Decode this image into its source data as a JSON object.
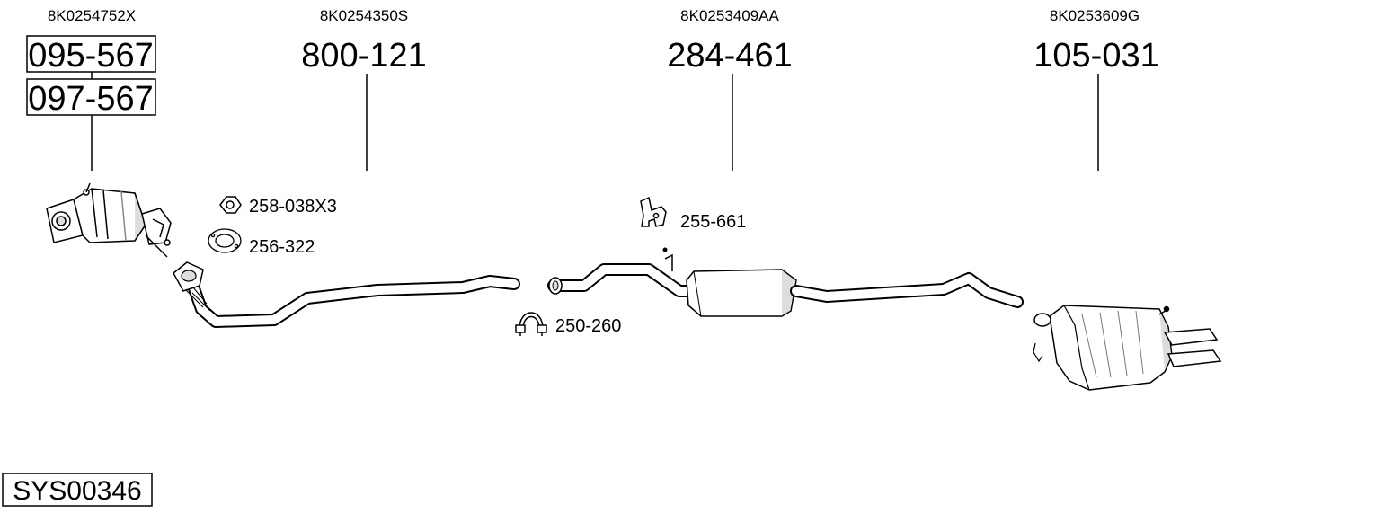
{
  "system_code": "SYS00346",
  "columns": [
    {
      "oem": "8K0254752X",
      "parts": [
        "095-567",
        "097-567"
      ]
    },
    {
      "oem": "8K0254350S",
      "parts": [
        "800-121"
      ]
    },
    {
      "oem": "8K0253409AA",
      "parts": [
        "284-461"
      ]
    },
    {
      "oem": "8K0253609G",
      "parts": [
        "105-031"
      ]
    }
  ],
  "accessories": {
    "nut": "258-038X3",
    "gasket": "256-322",
    "hanger": "255-661",
    "clamp": "250-260"
  },
  "colors": {
    "line": "#000000",
    "part_fill": "#ffffff",
    "shade": "#bfbfbf"
  }
}
